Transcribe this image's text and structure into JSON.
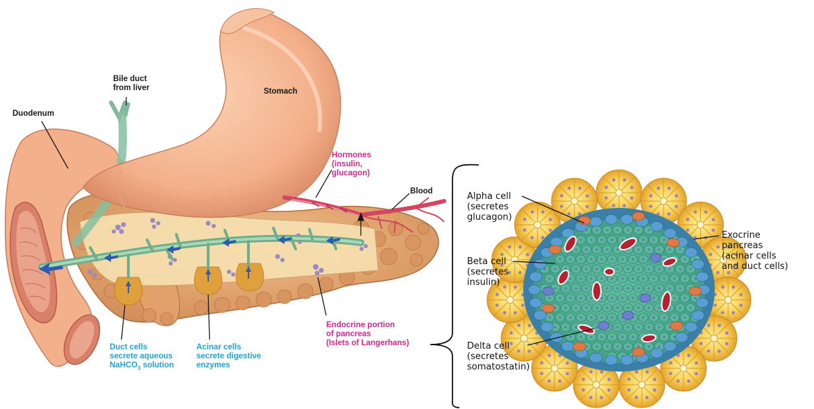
{
  "left_labels": {
    "bile_duct": "Bile duct\nfrom liver",
    "stomach": "Stomach",
    "duodenum": "Duodenum",
    "hormones": "Hormones\n(insulin,\nglucagon)",
    "blood": "Blood",
    "duct_cells": "Duct cells\nsecrete aqueous\nNaHCO",
    "duct_cells_sub": "3",
    "duct_cells_tail": " solution",
    "acinar_cells": "Acinar cells\nsecrete digestive\nenzymes",
    "endocrine": "Endocrine portion\nof pancreas\n(Islets of Langerhans)"
  },
  "right_labels": {
    "alpha": "Alpha cell\n(secretes\nglucagon)",
    "beta": "Beta cell\n(secretes\ninsulin)",
    "delta": "Delta cell\n(secretes\nsomatostatin)",
    "exocrine": "Exocrine\npancreas\n(acinar cells\nand duct cells)"
  },
  "colors": {
    "stomach": "#f3b48e",
    "pancreas": "#e4a56e",
    "duct": "#7fb89a",
    "pink_label": "#d6268d",
    "blue_label": "#22a3cf",
    "islet_green": "#4fa891",
    "acinar_yellow": "#f5c24a"
  }
}
